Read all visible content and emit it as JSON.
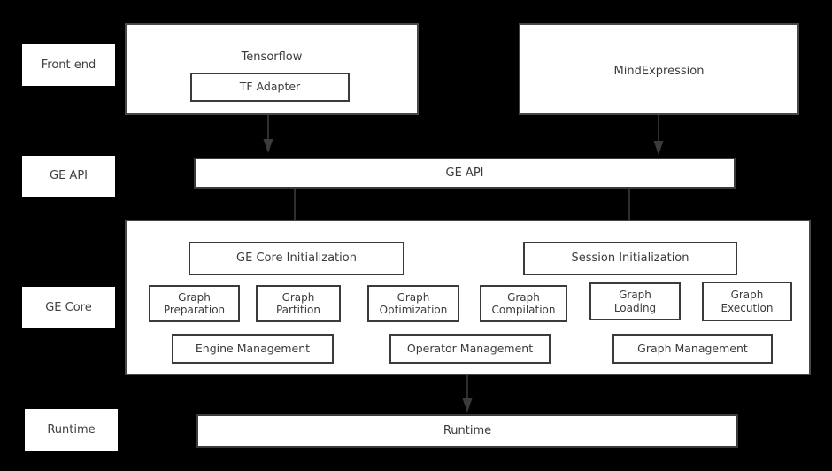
{
  "diagram": {
    "background_color": "#000000",
    "box_fill_color": "#ffffff",
    "box_border_color": "#3b3b3b",
    "text_color": "#3b3b3b"
  },
  "tier_labels": [
    {
      "label": "Front end"
    },
    {
      "label": "GE API"
    },
    {
      "label": "GE Core"
    },
    {
      "label": "Runtime"
    }
  ],
  "frontend": {
    "tensorflow": {
      "label": "Tensorflow"
    },
    "tf_adapter": {
      "label": "TF Adapter"
    },
    "mindexpression": {
      "label": "MindExpression"
    }
  },
  "ge_api": {
    "bar_label": "GE API"
  },
  "ge_core": {
    "init_boxes": [
      {
        "label": "GE Core Initialization"
      },
      {
        "label": "Session Initialization"
      }
    ],
    "graph_nodes": [
      {
        "label": "Graph\nPreparation"
      },
      {
        "label": "Graph\nPartition"
      },
      {
        "label": "Graph\nOptimization"
      },
      {
        "label": "Graph\nCompilation"
      },
      {
        "label": "Graph\nLoading"
      },
      {
        "label": "Graph\nExecution"
      }
    ],
    "management_nodes": [
      {
        "label": "Engine Management"
      },
      {
        "label": "Operator Management"
      },
      {
        "label": "Graph Management"
      }
    ]
  },
  "runtime": {
    "bar_label": "Runtime"
  }
}
